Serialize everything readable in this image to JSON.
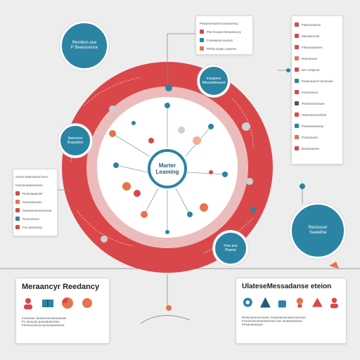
{
  "hub": {
    "title": "Marter Leaming"
  },
  "top_left_bubble": {
    "lines": [
      "Rerobon ase",
      "P Beasscence"
    ]
  },
  "inner_bubble_top": {
    "lines": [
      "Ineapees",
      "Meranlekeaent"
    ]
  },
  "inner_bubble_left": {
    "lines": [
      "Aserenvs",
      "Bnanatine"
    ]
  },
  "right_bubble": {
    "lines": [
      "Rectuscer",
      "Suaedna"
    ]
  },
  "bottom_bubble": {
    "lines": [
      "Fiee.arw",
      "Pbaner"
    ]
  },
  "top_center_card": {
    "rows": [
      "Peasesenanes bossocensy",
      "Pse frousen Bnassesory",
      "Freeasereconessn",
      "Pelsa ecpan ouarees"
    ]
  },
  "right_card": {
    "rows": [
      "Fetunscaress",
      "Meowenceal",
      "Fehoacdasees",
      "Reeonaren",
      "Ner ceapune",
      "Pesenaauch enneeasl",
      "Imeeomeon",
      "Pnsshesinsnose",
      "Heenseeonsdnee",
      "Peesasearuesy",
      "Peacpaoed",
      "Bnssaneene"
    ]
  },
  "left_card": {
    "rows": [
      "Aesso thaessenaf seco",
      "Insnsenaansenecin",
      "Rnsesaaaniinl",
      "Rosneaecpes",
      "Saeeneesnosnonrae",
      "Rnsusnsere",
      "Fne peenessy"
    ]
  },
  "bottom_left_panel": {
    "title": "Meraancyr Reedancy",
    "caption_lines": [
      "Imsonaec beseenoesoesuanwe",
      "Ps Inesoan pasnatotenrtes",
      "Feneusosena eyesoeanenena"
    ]
  },
  "bottom_right_panel": {
    "title": "UlateseMessadanse eteion",
    "caption_lines": [
      "Ressnaeensceneen Paassansenseenneenoe",
      "Fosnesssoneeeesennes aer Isnaesseeane",
      "Pesaneeseaas"
    ]
  },
  "colors": {
    "accent_red": "#d9474b",
    "ring_pink": "#ecbcbc",
    "teal": "#2b84a4",
    "orange": "#e8734a",
    "background": "#eeedee"
  }
}
